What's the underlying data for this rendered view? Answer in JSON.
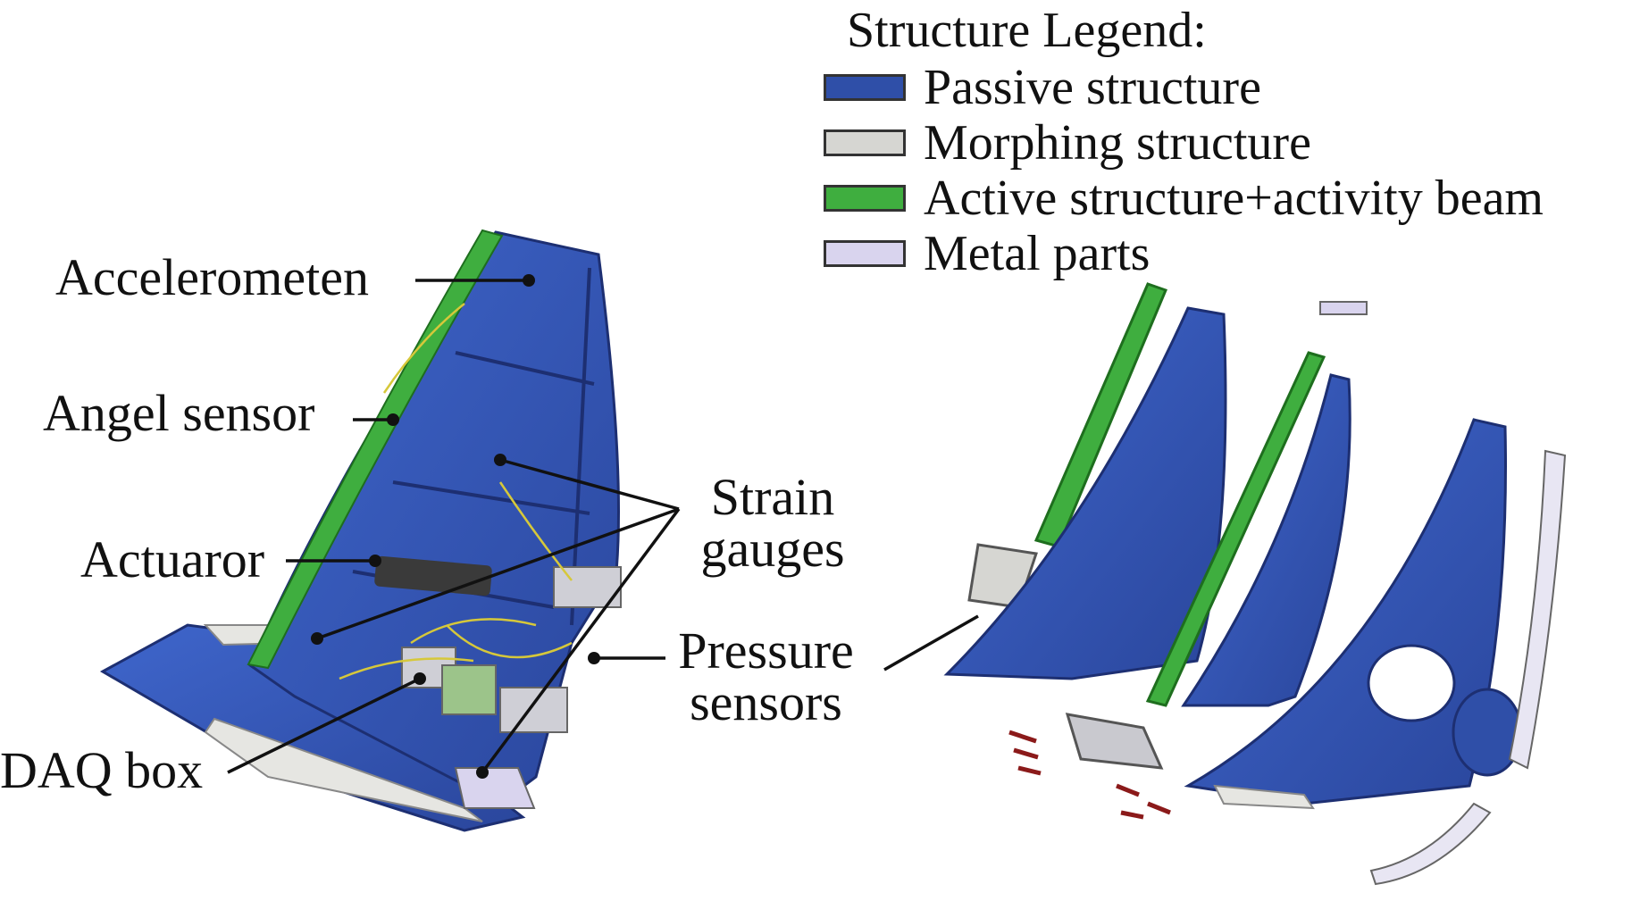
{
  "legend": {
    "title": "Structure Legend:",
    "items": [
      {
        "label": "Passive structure",
        "color": "#2f4fa8"
      },
      {
        "label": "Morphing structure",
        "color": "#d6d6d2"
      },
      {
        "label": "Active structure+activity beam",
        "color": "#3fae3f"
      },
      {
        "label": "Metal parts",
        "color": "#d9d4ee"
      }
    ]
  },
  "callouts": {
    "accelerometer": "Accelerometen",
    "angle_sensor": "Angel sensor",
    "actuator": "Actuaror",
    "daq_box": "DAQ box",
    "strain_gauges_line1": "Strain",
    "strain_gauges_line2": "gauges",
    "pressure_sensors_line1": "Pressure",
    "pressure_sensors_line2": "sensors"
  },
  "colors": {
    "passive": "#2f4fa8",
    "passive_light": "#3e64c8",
    "active": "#3fae3f",
    "morphing": "#d6d6d2",
    "metal": "#d9d4ee",
    "wire": "#d6c83a",
    "leader": "#111111"
  }
}
